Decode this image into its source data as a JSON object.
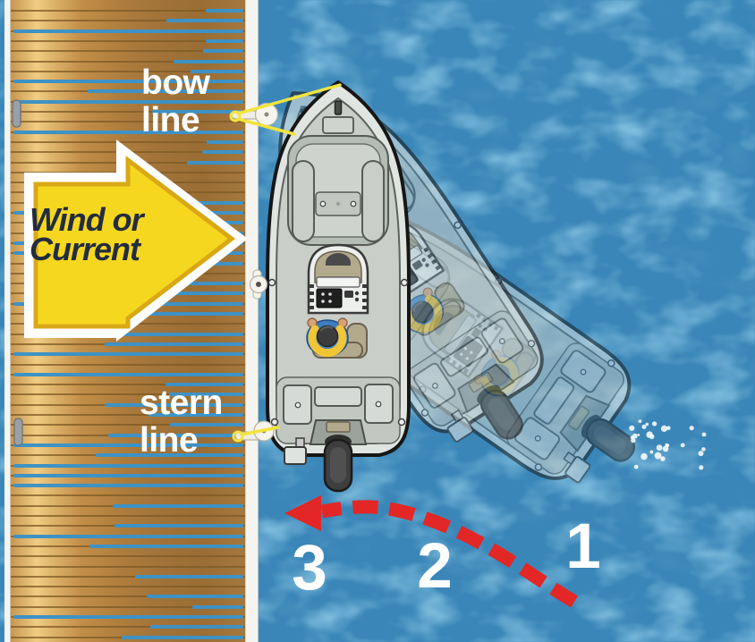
{
  "diagram": {
    "type": "boat-docking-instructional",
    "wind_label": "Wind or\nCurrent",
    "bow_line_label": "bow\nline",
    "stern_line_label": "stern\nline",
    "steps": [
      {
        "number": "1"
      },
      {
        "number": "2"
      },
      {
        "number": "3"
      }
    ]
  },
  "icons": {
    "wind_arrow": "right-arrow",
    "approach_path": "dashed-curved-arrow-left",
    "dock_cleats": "mooring-cleat",
    "ropes": "mooring-line",
    "boat": "boat-top-view"
  },
  "colors": {
    "water": "#3a86b8",
    "water_highlight": "#56aad9",
    "dock_wood_light": "#f0cd84",
    "dock_wood_dark": "#9a6d34",
    "dock_edge": "#f6f4ee",
    "wind_arrow_fill": "#f6d71f",
    "wind_arrow_border": "#ffffff",
    "wind_arrow_gold": "#d9a816",
    "wind_arrow_text": "#232c3e",
    "rope": "#f2e43c",
    "approach_path_red": "#e32726",
    "step_number_text": "#ffffff",
    "label_text": "#ffffff"
  }
}
